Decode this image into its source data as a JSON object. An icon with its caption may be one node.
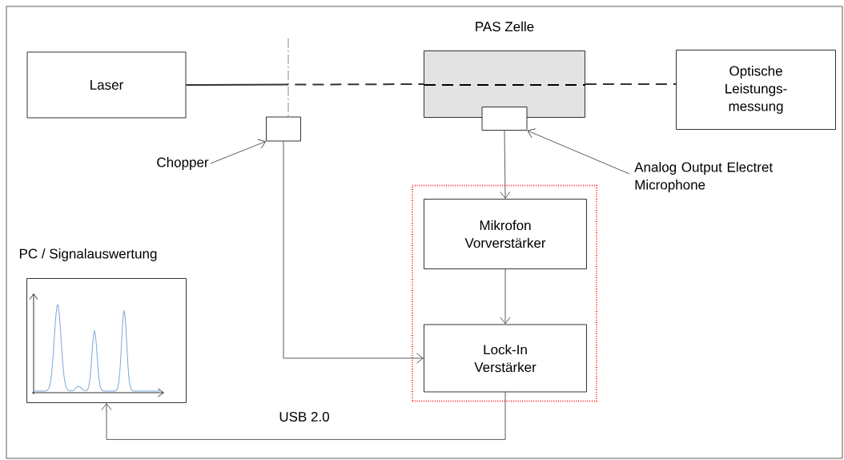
{
  "diagram": {
    "nodes": [
      {
        "text": [
          "Laser"
        ]
      },
      {
        "text": [
          "PAS Zelle"
        ]
      },
      {
        "text": [],
        "shape": "box"
      },
      {
        "text": [
          "Optische Leistungs-messung"
        ]
      },
      {
        "text": [],
        "shape": "box"
      },
      {
        "text": [],
        "shape": "box"
      },
      {
        "text": [
          "Mikrofon Vorverstärker"
        ],
        "in": 5
      },
      {
        "text": [
          "Lock-In Verstärker"
        ],
        "in": 5
      },
      {
        "text": [
          "PC / Signalauswertung"
        ]
      },
      {
        "text": [
          "Chopper"
        ]
      },
      {
        "text": [
          "Analog Output Electret Microphone"
        ]
      }
    ],
    "edges": [
      {
        "from": 0,
        "to": 1,
        "arrow": "none",
        "style": "dashed"
      },
      {
        "from": 1,
        "to": 3,
        "arrow": "none",
        "style": "dashed"
      },
      {
        "from": 4,
        "to": 6,
        "arrow": "to"
      },
      {
        "from": 6,
        "to": 7,
        "arrow": "to"
      },
      {
        "from": 2,
        "to": 7,
        "arrow": "to"
      },
      {
        "from": 7,
        "to": 8,
        "arrow": "to",
        "label": "USB 2.0"
      },
      {
        "from": 9,
        "to": 2,
        "arrow": "to"
      },
      {
        "from": 10,
        "to": 4,
        "arrow": "to"
      }
    ]
  }
}
